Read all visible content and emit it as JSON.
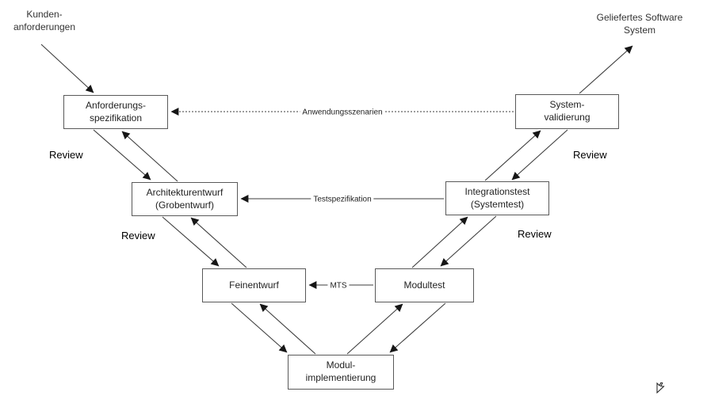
{
  "colors": {
    "box_border": "#595959",
    "line": "#3c3c3c",
    "arrowhead": "#161616",
    "text": "#1f1f1f"
  },
  "external_labels": {
    "customer_requirements": {
      "line1": "Kunden-",
      "line2": "anforderungen"
    },
    "delivered_system": {
      "line1": "Geliefertes Software",
      "line2": "System"
    },
    "review": "Review"
  },
  "boxes": {
    "requirements_spec": {
      "line1": "Anforderungs-",
      "line2": "spezifikation"
    },
    "system_validation": {
      "line1": "System-",
      "line2": "validierung"
    },
    "architecture_design": {
      "line1": "Architekturentwurf",
      "line2": "(Grobentwurf)"
    },
    "integration_test": {
      "line1": "Integrationstest",
      "line2": "(Systemtest)"
    },
    "detailed_design": {
      "line1": "Feinentwurf"
    },
    "module_test": {
      "line1": "Modultest"
    },
    "module_implementation": {
      "line1": "Modul-",
      "line2": "implementierung"
    }
  },
  "connector_labels": {
    "application_scenarios": "Anwendungsszenarien",
    "test_specification": "Testspezifikation",
    "module_test_spec": "MTS"
  }
}
